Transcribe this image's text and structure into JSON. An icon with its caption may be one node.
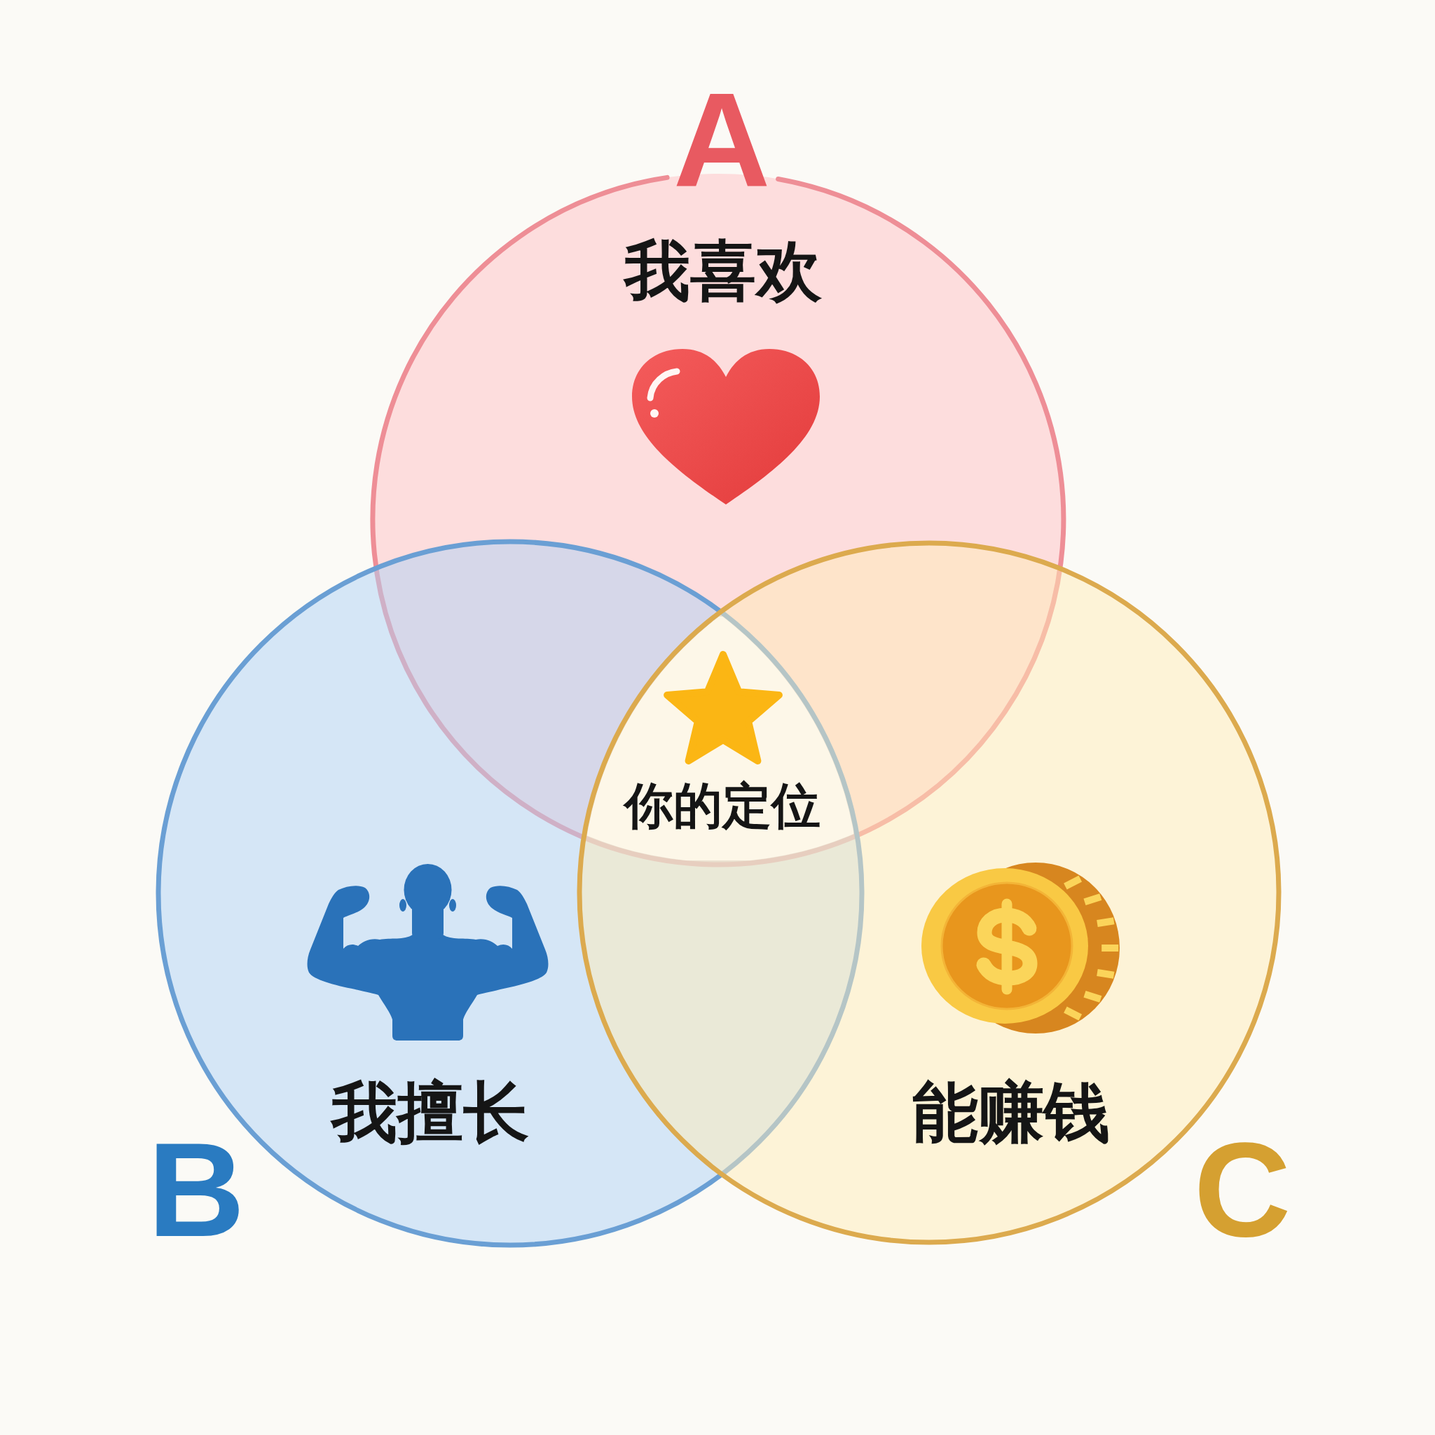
{
  "diagram": {
    "nodes": [
      {
        "text": [
          "A",
          "我喜欢"
        ]
      },
      {
        "text": [
          "B",
          "我擅长"
        ]
      },
      {
        "text": [
          "C",
          "能赚钱"
        ]
      }
    ],
    "labels": [
      "你的定位"
    ]
  }
}
